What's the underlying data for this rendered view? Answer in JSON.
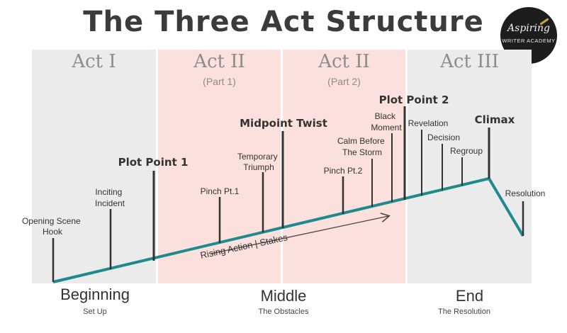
{
  "title": "The Three Act Structure",
  "logo": {
    "line1": "Aspiring",
    "line2": "WRITER ACADEMY"
  },
  "acts": [
    {
      "label": "Act I",
      "sub": ""
    },
    {
      "label": "Act II",
      "sub": "(Part 1)"
    },
    {
      "label": "Act II",
      "sub": "(Part 2)"
    },
    {
      "label": "Act III",
      "sub": ""
    }
  ],
  "points": {
    "opening": [
      "Opening Scene",
      "Hook"
    ],
    "inciting": [
      "Inciting",
      "Incident"
    ],
    "plot_point_1": "Plot Point 1",
    "pinch_1": "Pinch Pt.1",
    "temporary": [
      "Temporary",
      "Triumph"
    ],
    "midpoint": "Midpoint Twist",
    "pinch_2": "Pinch Pt.2",
    "calm": [
      "Calm Before",
      "The Storm"
    ],
    "black": [
      "Black",
      "Moment"
    ],
    "plot_point_2": "Plot Point 2",
    "revelation": "Revelation",
    "decision": "Decision",
    "regroup": "Regroup",
    "climax": "Climax",
    "resolution": "Resolution"
  },
  "rising_action": "Rising Action | Stakes",
  "phases": [
    {
      "label": "Beginning",
      "sub": "Set Up"
    },
    {
      "label": "Middle",
      "sub": "The Obstacles"
    },
    {
      "label": "End",
      "sub": "The Resolution"
    }
  ],
  "colors": {
    "line": "#1f8a8c",
    "act_grey": "#ebebeb",
    "act_pink": "#fbe0dd",
    "text": "#333333"
  }
}
